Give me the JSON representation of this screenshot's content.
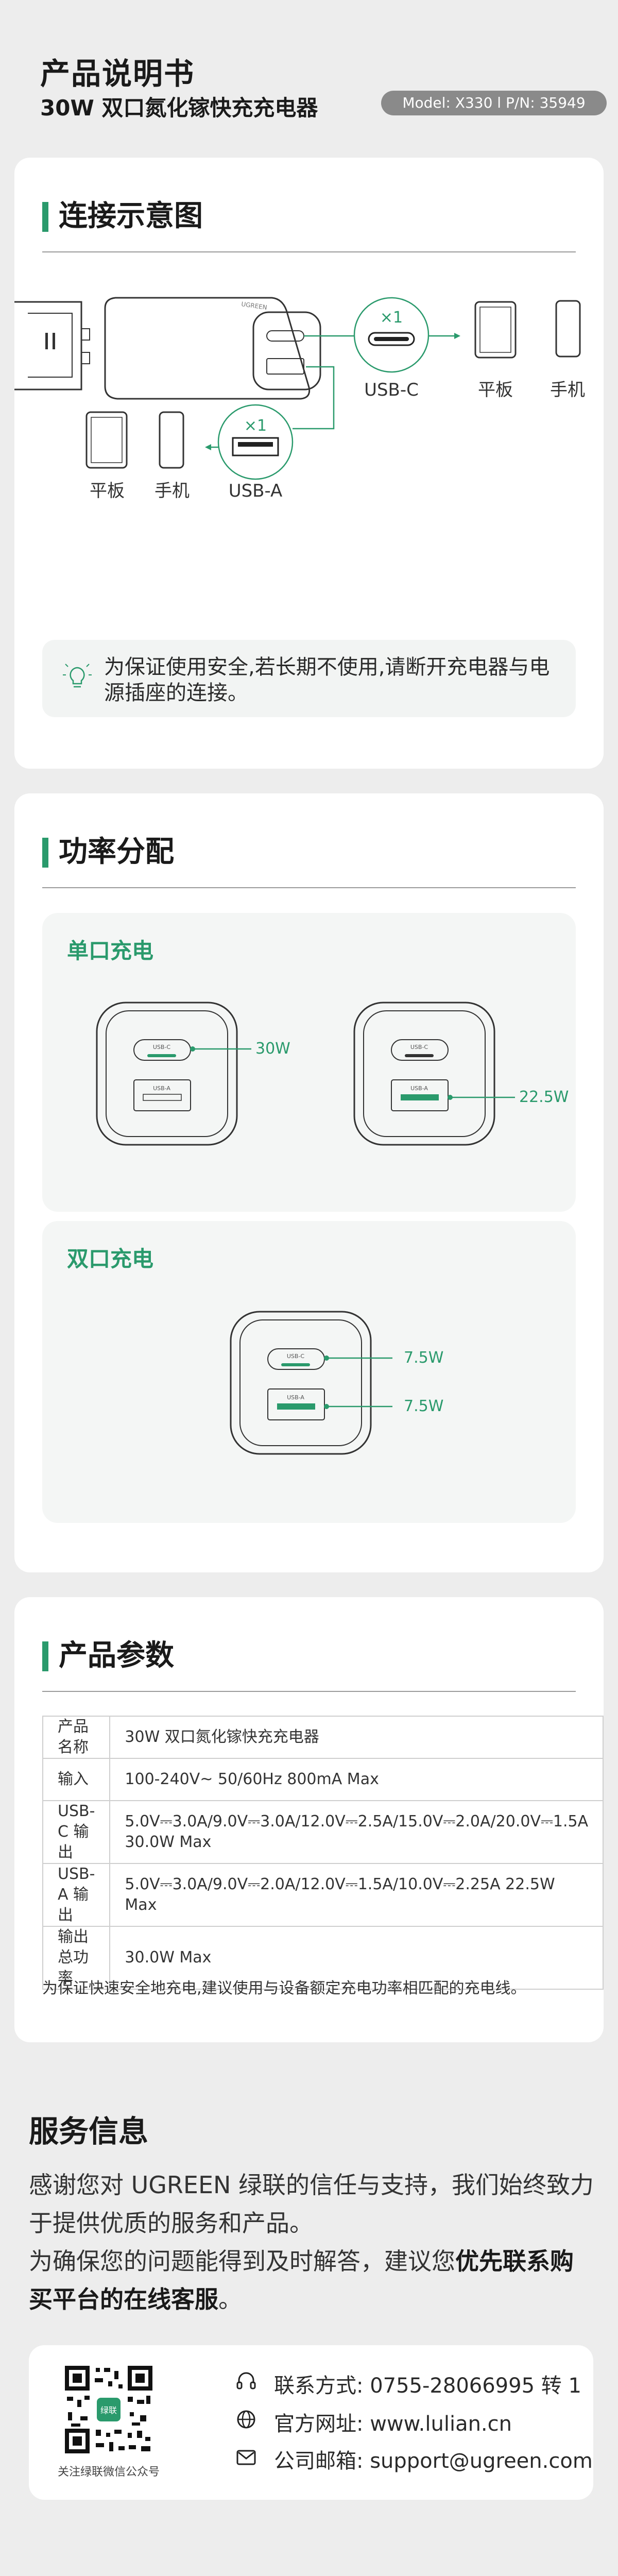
{
  "header": {
    "title": "产品说明书",
    "subtitle": "30W 双口氮化镓快充充电器",
    "model": "Model: X330 l P/N: 35949"
  },
  "connection": {
    "heading": "连接示意图",
    "multiplier_c": "×1",
    "multiplier_a": "×1",
    "port_c": "USB-C",
    "port_a": "USB-A",
    "device_tablet": "平板",
    "device_phone": "手机",
    "device_tablet_2": "平板",
    "device_phone_2": "手机",
    "brand_on_device": "UGREEN",
    "tip": "为保证使用安全,若长期不使用,请断开充电器与电源插座的连接。"
  },
  "power": {
    "heading": "功率分配",
    "single_heading": "单口充电",
    "dual_heading": "双口充电",
    "port_c_small": "USB-C",
    "port_a_small": "USB-A",
    "single_c_watt": "30W",
    "single_a_watt": "22.5W",
    "dual_c_watt": "7.5W",
    "dual_a_watt": "7.5W"
  },
  "params": {
    "heading": "产品参数",
    "rows": [
      {
        "key": "产品名称",
        "value": "30W 双口氮化镓快充充电器"
      },
      {
        "key": "输入",
        "value": "100-240V~ 50/60Hz 800mA Max"
      },
      {
        "key": "USB-C 输出",
        "value": "5.0V⎓3.0A/9.0V⎓3.0A/12.0V⎓2.5A/15.0V⎓2.0A/20.0V⎓1.5A  30.0W Max"
      },
      {
        "key": "USB-A 输出",
        "value": "5.0V⎓3.0A/9.0V⎓2.0A/12.0V⎓1.5A/10.0V⎓2.25A  22.5W Max"
      },
      {
        "key": "输出总功率",
        "value": "30.0W Max"
      }
    ],
    "note": "为保证快速安全地充电,建议使用与设备额定充电功率相匹配的充电线。"
  },
  "service": {
    "heading": "服务信息",
    "para1": "感谢您对 UGREEN 绿联的信任与支持，我们始终致力于提供优质的服务和产品。",
    "para2_plain": "为确保您的问题能得到及时解答，建议您",
    "para2_bold": "优先联系购买平台的在线客服",
    "para2_end": "。",
    "qr_caption": "关注绿联微信公众号",
    "qr_center": "绿联",
    "phone": "联系方式: 0755-28066995 转 1",
    "website": "官方网址: www.lulian.cn",
    "email": "公司邮箱: support@ugreen.com"
  },
  "colors": {
    "accent": "#2a9a6c",
    "background": "#ededed",
    "card": "#ffffff"
  },
  "icons": [
    "lightbulb-icon",
    "headset-icon",
    "globe-icon",
    "mail-icon",
    "qr-code-icon"
  ]
}
